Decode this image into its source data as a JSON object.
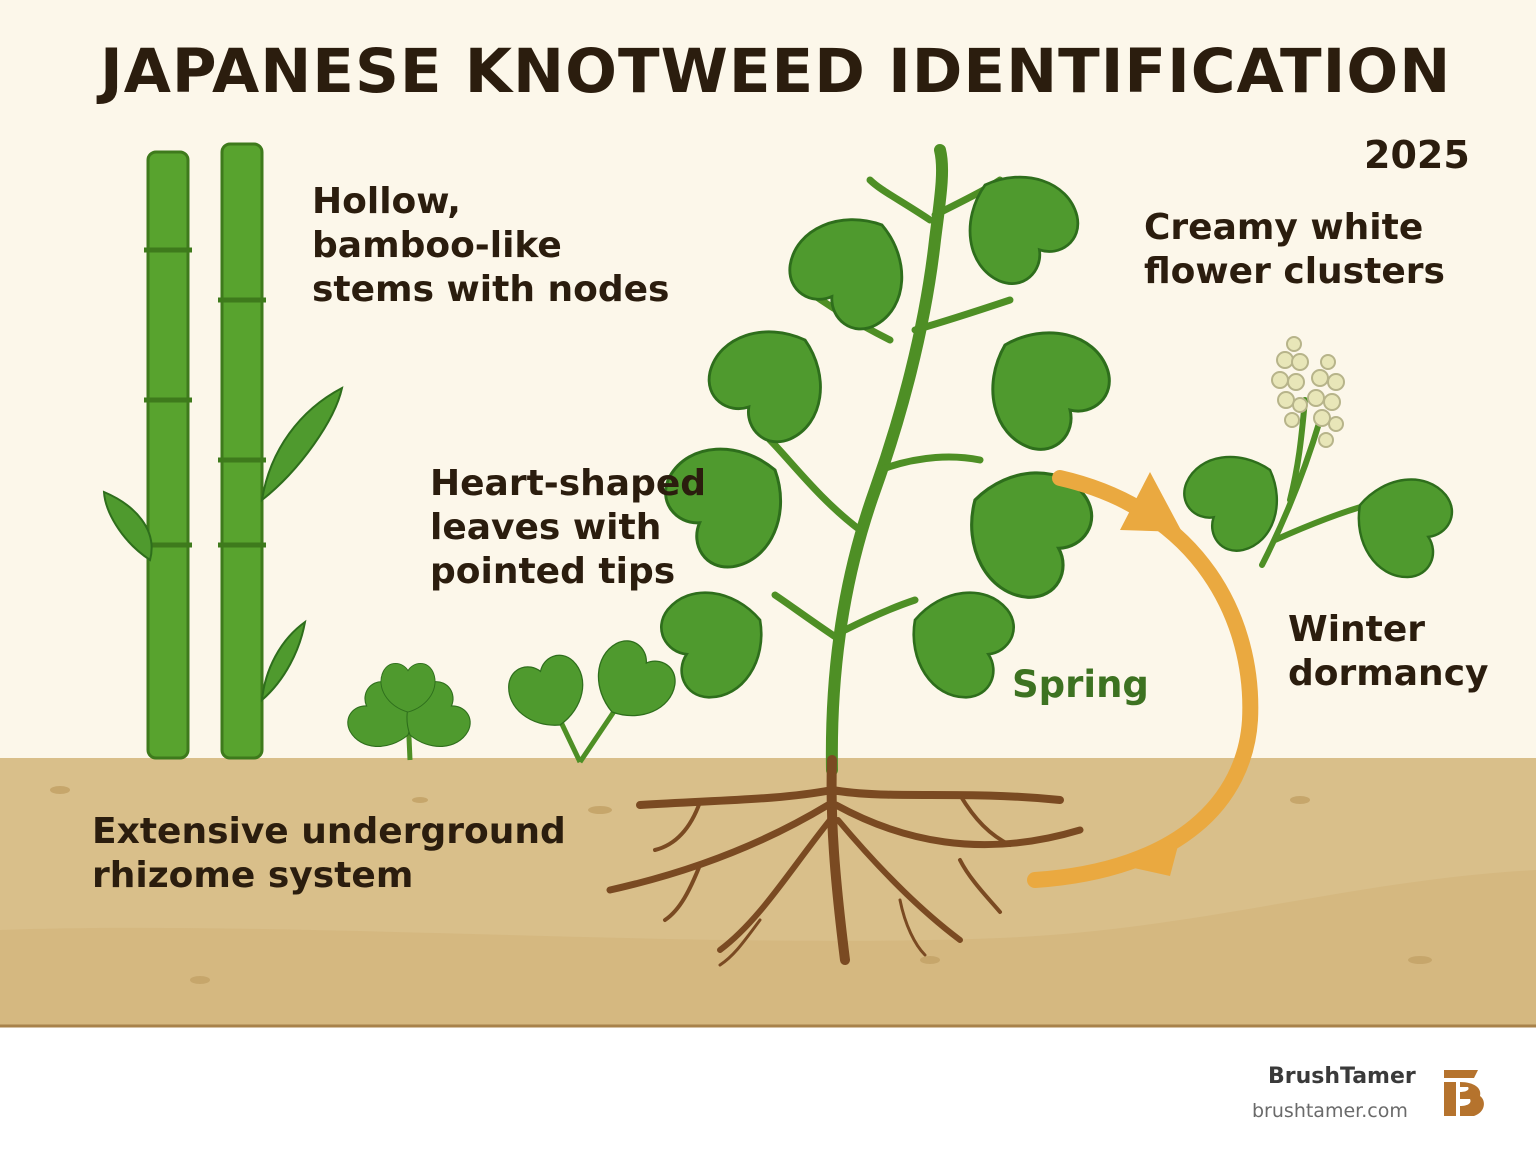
{
  "header": {
    "title": "JAPANESE KNOTWEED IDENTIFICATION",
    "year": "2025"
  },
  "labels": {
    "stems": "Hollow,\nbamboo-like\nstems with nodes",
    "leaves": "Heart-shaped\nleaves with\npointed tips",
    "flowers": "Creamy white\nflower clusters",
    "spring": "Spring",
    "winter": "Winter\ndormancy",
    "rhizome": "Extensive underground\nrhizome system"
  },
  "footer": {
    "brand_name": "BrushTamer",
    "brand_url": "brushtamer.com"
  },
  "colors": {
    "sky": "#fcf7ea",
    "soil": "#d9bf8a",
    "soil_dark": "#c9a86e",
    "leaf": "#4f9a2e",
    "leaf_dark": "#2e6e1c",
    "stem": "#4e8f25",
    "root": "#7a4a22",
    "arrow": "#eaa940",
    "flower": "#e8e6b8",
    "title": "#2b1d0e",
    "spring_text": "#3d7221",
    "brand": "#b5732d"
  },
  "icons": {
    "logo": "brushtamer-logo-icon",
    "cycle": "seasonal-cycle-arrow-icon"
  }
}
